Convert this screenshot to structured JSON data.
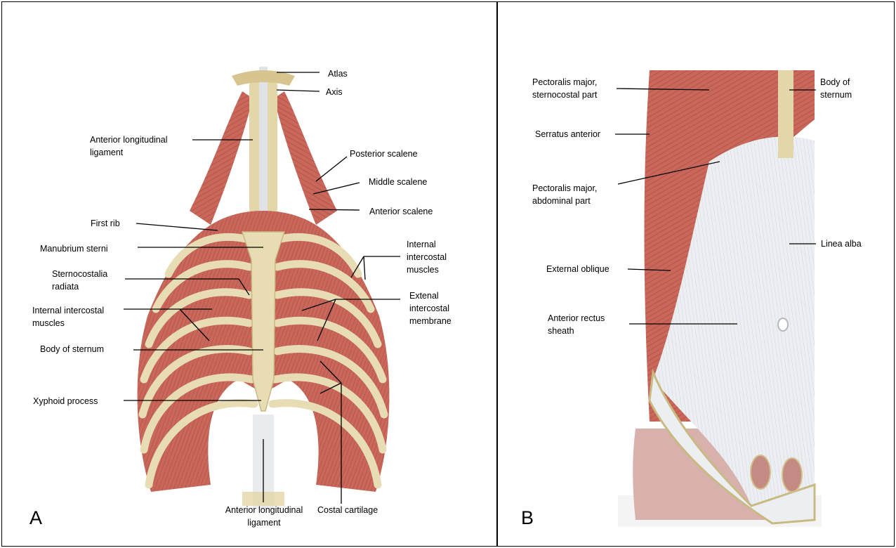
{
  "panels": {
    "A": {
      "letter": "A",
      "labels": {
        "atlas": "Atlas",
        "axis": "Axis",
        "anterior_longitudinal_ligament_top": [
          "Anterior longitudinal",
          "ligament"
        ],
        "posterior_scalene": "Posterior scalene",
        "middle_scalene": "Middle scalene",
        "anterior_scalene": "Anterior scalene",
        "first_rib": "First rib",
        "manubrium_sterni": "Manubrium sterni",
        "sternocostalia_radiata": [
          "Sternocostalia",
          "radiata"
        ],
        "internal_intercostal_muscles_left": [
          "Internal intercostal",
          "muscles"
        ],
        "internal_intercostal_muscles_right": [
          "Internal",
          "intercostal",
          "muscles"
        ],
        "extenal_intercostal_membrane": [
          "Extenal",
          "intercostal",
          "membrane"
        ],
        "body_of_sternum": "Body of sternum",
        "xyphoid_process": "Xyphoid process",
        "anterior_longitudinal_ligament_bottom": [
          "Anterior longitudinal",
          "ligament"
        ],
        "costal_cartilage": "Costal cartilage"
      }
    },
    "B": {
      "letter": "B",
      "labels": {
        "pectoralis_sternocostal": [
          "Pectoralis major,",
          "sternocostal part"
        ],
        "body_of_sternum": [
          "Body of",
          "sternum"
        ],
        "serratus_anterior": "Serratus anterior",
        "pectoralis_abdominal": [
          "Pectoralis major,",
          "abdominal part"
        ],
        "linea_alba": "Linea alba",
        "external_oblique": "External oblique",
        "anterior_rectus_sheath": [
          "Anterior rectus",
          "sheath"
        ]
      }
    }
  },
  "colors": {
    "muscle": "#c8675a",
    "muscle_dark": "#a9493f",
    "bone": "#e7dcb4",
    "bone_shadow": "#c9b982",
    "aponeurosis": "#e9ecef",
    "skin": "#d8b1ad",
    "line": "#000000"
  }
}
